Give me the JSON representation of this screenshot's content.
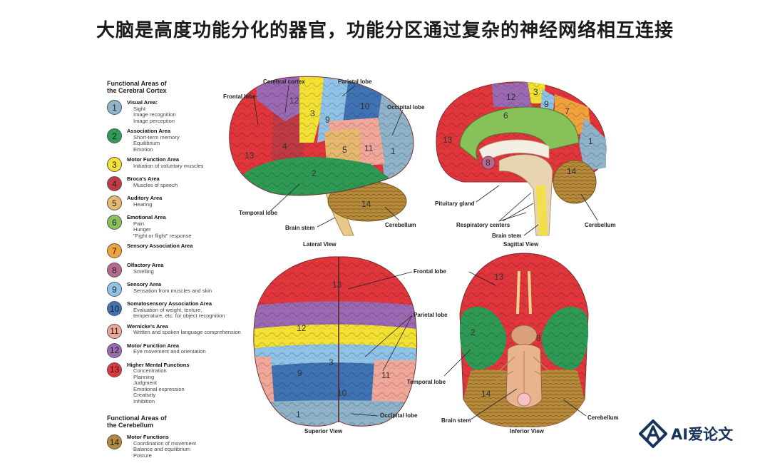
{
  "title": "大脑是高度功能分化的器官，功能分区通过复杂的神经网络相互连接",
  "legend": {
    "heading_cortex_1": "Functional Areas of",
    "heading_cortex_2": "the Cerebral Cortex",
    "heading_cerebellum_1": "Functional Areas of",
    "heading_cerebellum_2": "the Cerebellum",
    "areas": [
      {
        "num": "1",
        "color": "#8fb3c8",
        "name": "Visual Area:",
        "subs": [
          "Sight",
          "Image recognition",
          "Image perception"
        ]
      },
      {
        "num": "2",
        "color": "#2e9a55",
        "name": "Association Area",
        "subs": [
          "Short-term memory",
          "Equilibrium",
          "Emotion"
        ]
      },
      {
        "num": "3",
        "color": "#f3e133",
        "name": "Motor Function Area",
        "subs": [
          "Initiation of voluntary muscles"
        ]
      },
      {
        "num": "4",
        "color": "#bf3a44",
        "name": "Broca's Area",
        "subs": [
          "Muscles of speech"
        ]
      },
      {
        "num": "5",
        "color": "#e6b96e",
        "name": "Auditory Area",
        "subs": [
          "Hearing"
        ]
      },
      {
        "num": "6",
        "color": "#87c15a",
        "name": "Emotional Area",
        "subs": [
          "Pain",
          "Hunger",
          "\"Fight or flight\" response"
        ]
      },
      {
        "num": "7",
        "color": "#f0a23c",
        "name": "Sensory Association Area",
        "subs": []
      },
      {
        "num": "8",
        "color": "#b56a8e",
        "name": "Olfactory Area",
        "subs": [
          "Smelling"
        ]
      },
      {
        "num": "9",
        "color": "#8fc3e8",
        "name": "Sensory Area",
        "subs": [
          "Sensation from muscles and skin"
        ]
      },
      {
        "num": "10",
        "color": "#3f73b3",
        "name": "Somatosensory Association Area",
        "subs": [
          "Evaluation of weight, texture,",
          "temperature, etc. for object recognition"
        ]
      },
      {
        "num": "11",
        "color": "#f1a89a",
        "name": "Wernicke's Area",
        "subs": [
          "Written and spoken language comprehension"
        ]
      },
      {
        "num": "12",
        "color": "#9b6ab3",
        "name": "Motor Function Area",
        "subs": [
          "Eye movement and orientation"
        ]
      },
      {
        "num": "13",
        "color": "#e0363c",
        "name": "Higher Mental Functions",
        "subs": [
          "Concentration",
          "Planning",
          "Judgment",
          "Emotional expression",
          "Creativity",
          "Inhibition"
        ]
      }
    ],
    "cerebellum": {
      "num": "14",
      "color": "#b58a3a",
      "name": "Motor Functions",
      "subs": [
        "Coordination of movement",
        "Balance and equilibrium",
        "Posture"
      ]
    }
  },
  "labels": {
    "cerebral_cortex": "Cerebral cortex",
    "parietal_lobe": "Parietal lobe",
    "frontal_lobe": "Frontal lobe",
    "occipital_lobe": "Occipital lobe",
    "temporal_lobe": "Temporal lobe",
    "brain_stem": "Brain stem",
    "cerebellum": "Cerebellum",
    "pituitary_gland": "Pituitary gland",
    "respiratory_centers": "Respiratory centers",
    "lateral_view": "Lateral View",
    "sagittal_view": "Sagittal View",
    "superior_view": "Superior View",
    "inferior_view": "Inferior View"
  },
  "logo": {
    "text": "AI爱论文",
    "color": "#16345a"
  }
}
